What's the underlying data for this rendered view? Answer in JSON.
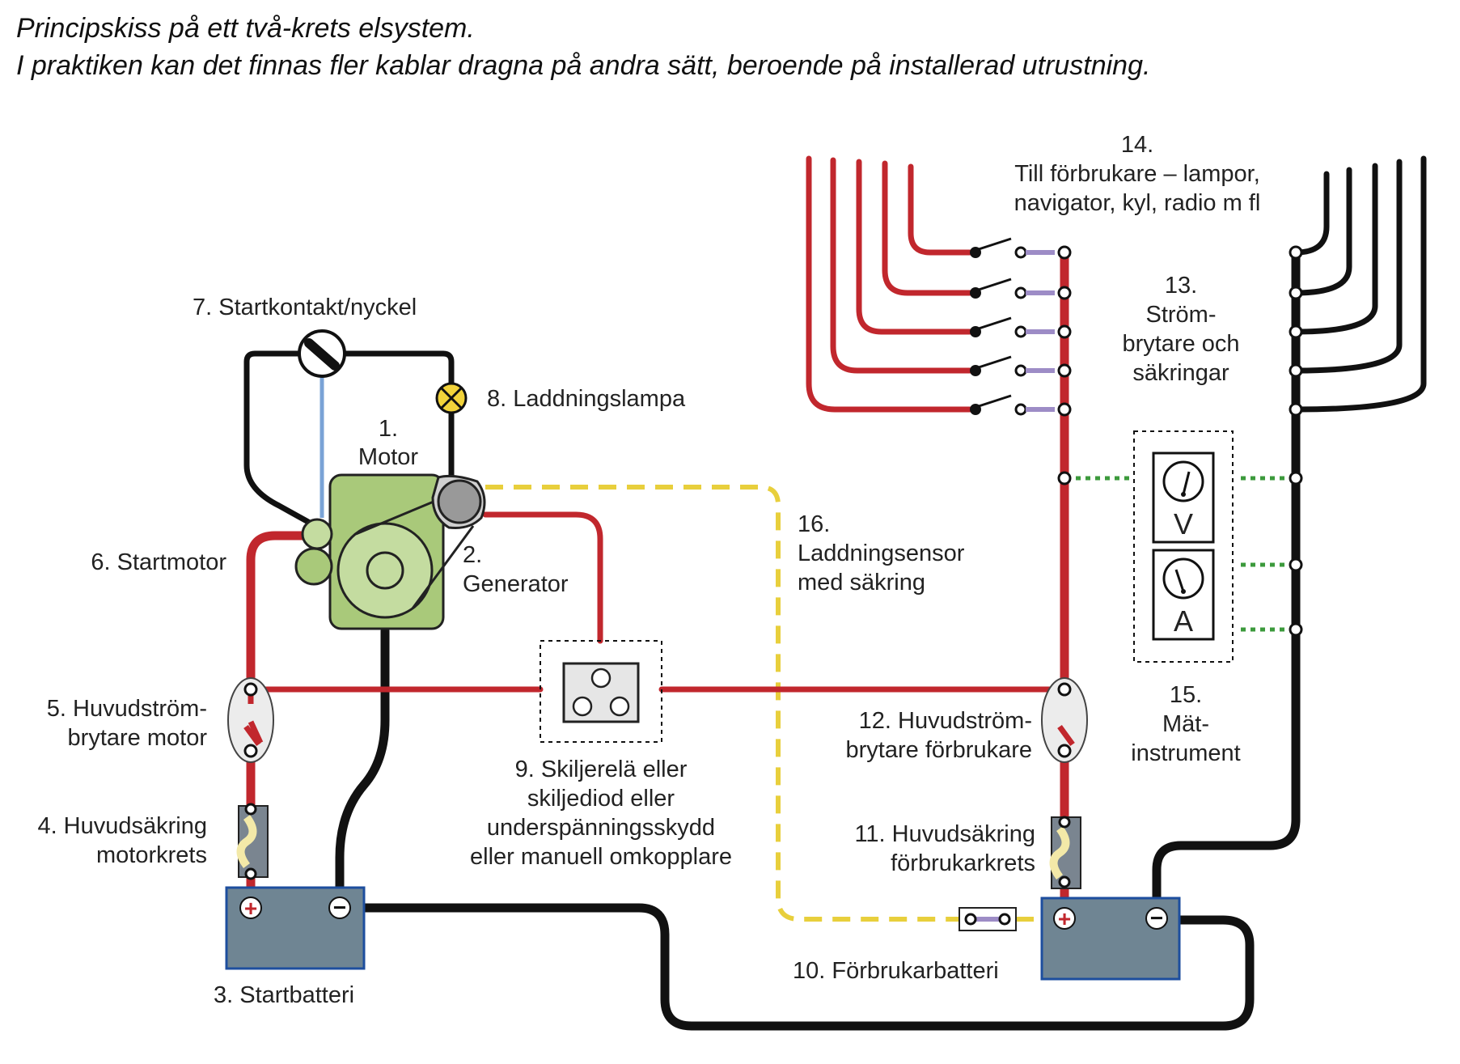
{
  "caption": {
    "line1": "Principskiss på ett två-krets elsystem.",
    "line2": "I praktiken kan det finnas fler kablar dragna på andra sätt, beroende på installerad utrustning."
  },
  "labels": {
    "l1a": "1.",
    "l1b": "Motor",
    "l2a": "2.",
    "l2b": "Generator",
    "l3": "3. Startbatteri",
    "l4a": "4. Huvudsäkring",
    "l4b": "motorkrets",
    "l5a": "5. Huvudström-",
    "l5b": "brytare motor",
    "l6": "6. Startmotor",
    "l7": "7. Startkontakt/nyckel",
    "l8": "8. Laddningslampa",
    "l9a": "9. Skiljerelä eller",
    "l9b": "skiljediod eller",
    "l9c": "underspänningsskydd",
    "l9d": "eller manuell omkopplare",
    "l10": "10. Förbrukarbatteri",
    "l11a": "11. Huvudsäkring",
    "l11b": "förbrukarkrets",
    "l12a": "12. Huvudström-",
    "l12b": "brytare förbrukare",
    "l13a": "13.",
    "l13b": "Ström-",
    "l13c": "brytare och",
    "l13d": "säkringar",
    "l14a": "14.",
    "l14b": "Till förbrukare – lampor,",
    "l14c": "navigator, kyl, radio m fl",
    "l15a": "15.",
    "l15b": "Mät-",
    "l15c": "instrument",
    "l16a": "16.",
    "l16b": "Laddningsensor",
    "l16c": "med säkring"
  },
  "meters": {
    "volt": "V",
    "amp": "A"
  },
  "terminals": {
    "plus": "+",
    "minus": "−"
  },
  "colors": {
    "positive_wire": "#c1272d",
    "negative_wire": "#111111",
    "ignition_wire": "#7aa3d6",
    "charge_sensor_wire": "#e8cf3c",
    "meter_link": "#3c9a3c",
    "engine": "#a9c97a",
    "battery": "#6f8593",
    "fuse": "#7a8590",
    "lamp": "#f2d33a"
  },
  "icons": [
    "ignition-key-icon",
    "charge-lamp-icon",
    "voltmeter-icon",
    "ammeter-icon",
    "switch-icon",
    "fuse-icon"
  ]
}
